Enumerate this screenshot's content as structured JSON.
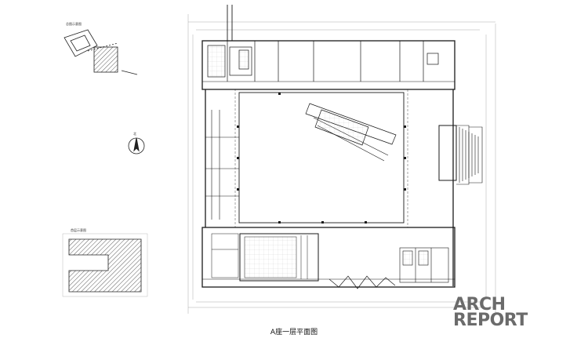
{
  "caption": "A座一层平面图",
  "watermark": {
    "line1": "ARCH",
    "line2": "REPORT"
  },
  "labels": {
    "site_plan": "总图示意图",
    "floor_key": "首层示意图",
    "north": "北"
  },
  "colors": {
    "line": "#1a1a1a",
    "hatch": "#333333",
    "watermark": "#6b6b6b"
  }
}
